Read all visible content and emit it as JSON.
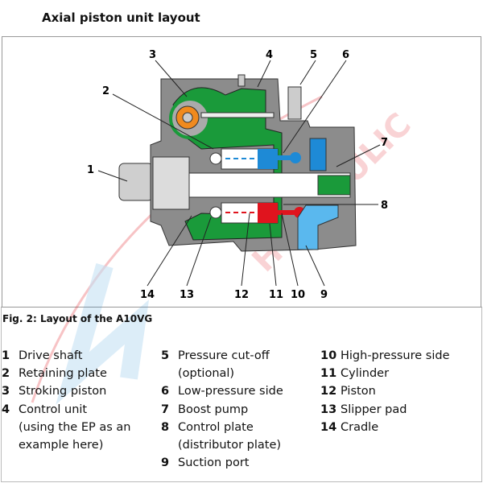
{
  "title": "Axial piston unit layout",
  "caption": "Fig. 2: Layout of the A10VG",
  "watermark": "HYDRAULIC",
  "colors": {
    "green": "#1a9a3a",
    "gray": "#8c8c8c",
    "light_gray": "#c8c8c8",
    "blue": "#1e8ad6",
    "red": "#e0141e",
    "orange": "#f08a1e"
  },
  "callouts": [
    "1",
    "2",
    "3",
    "4",
    "5",
    "6",
    "7",
    "8",
    "9",
    "10",
    "11",
    "12",
    "13",
    "14"
  ],
  "legend": {
    "col1": [
      {
        "num": "1",
        "text": "Drive shaft"
      },
      {
        "num": "2",
        "text": "Retaining plate"
      },
      {
        "num": "3",
        "text": "Stroking piston"
      },
      {
        "num": "4",
        "text": "Control unit",
        "cont": [
          "(using the EP as an",
          "example here)"
        ]
      }
    ],
    "col2": [
      {
        "num": "5",
        "text": "Pressure cut-off",
        "cont": [
          "(optional)"
        ]
      },
      {
        "num": "6",
        "text": "Low-pressure side"
      },
      {
        "num": "7",
        "text": "Boost pump"
      },
      {
        "num": "8",
        "text": "Control plate",
        "cont": [
          "(distributor plate)"
        ]
      },
      {
        "num": "9",
        "text": "Suction port"
      }
    ],
    "col3": [
      {
        "num": "10",
        "text": "High-pressure side"
      },
      {
        "num": "11",
        "text": "Cylinder"
      },
      {
        "num": "12",
        "text": "Piston"
      },
      {
        "num": "13",
        "text": "Slipper pad"
      },
      {
        "num": "14",
        "text": "Cradle"
      }
    ]
  }
}
